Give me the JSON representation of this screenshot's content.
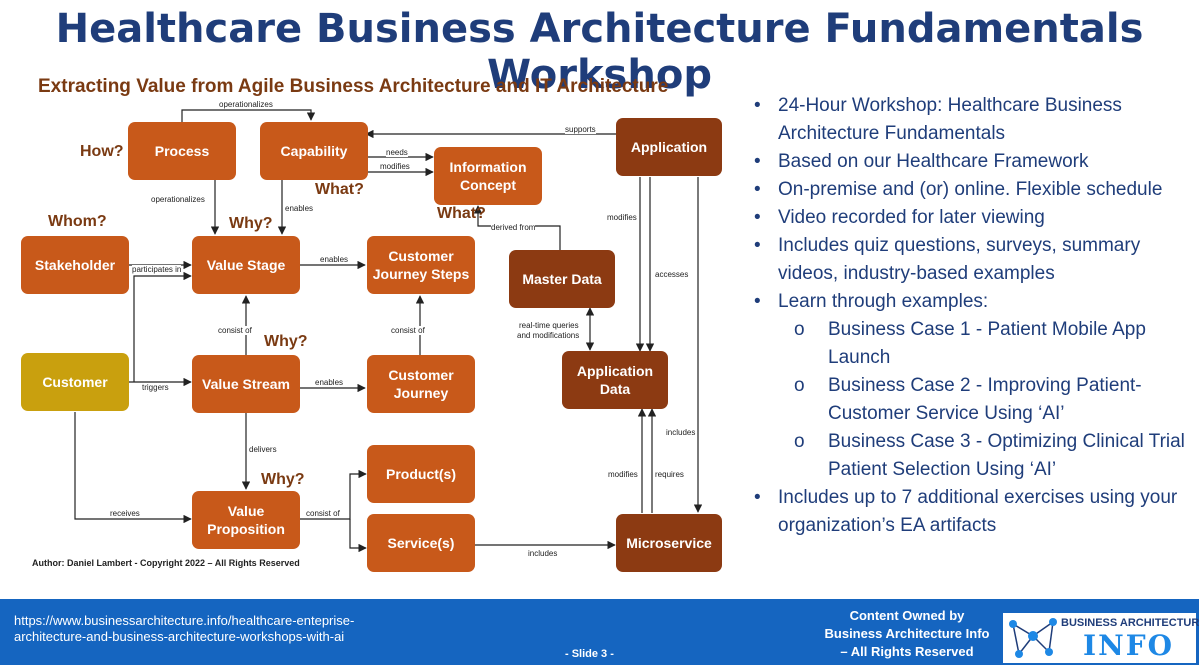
{
  "title": "Healthcare Business Architecture Fundamentals Workshop",
  "diagram": {
    "subtitle": "Extracting Value from Agile Business Architecture and IT Architecture",
    "nodes": {
      "process": "Process",
      "capability": "Capability",
      "information_concept": "Information Concept",
      "application": "Application",
      "stakeholder": "Stakeholder",
      "value_stage": "Value Stage",
      "customer_journey_steps": "Customer Journey Steps",
      "master_data": "Master Data",
      "customer": "Customer",
      "value_stream": "Value Stream",
      "customer_journey": "Customer Journey",
      "application_data": "Application Data",
      "products": "Product(s)",
      "value_proposition": "Value Proposition",
      "services": "Service(s)",
      "microservice": "Microservice"
    },
    "questions": {
      "how": "How?",
      "what_capability": "What?",
      "whom": "Whom?",
      "why_value_stage": "Why?",
      "what_info": "What?",
      "why_value_stream": "Why?",
      "why_value_proposition": "Why?"
    },
    "edge_labels": {
      "operationalizes_top": "operationalizes",
      "supports": "supports",
      "needs": "needs",
      "modifies_info": "modifies",
      "operationalizes": "operationalizes",
      "enables_capability": "enables",
      "modifies_app": "modifies",
      "derived_from": "derived from",
      "participates_in": "participates in",
      "enables_value_stage": "enables",
      "accesses": "accesses",
      "consist_of_stage": "consist of",
      "consist_of_journey": "consist of",
      "realtime_queries": "real-time queries",
      "and_modifications": "and modifications",
      "triggers": "triggers",
      "enables_value_stream": "enables",
      "includes_right": "includes",
      "delivers": "delivers",
      "modifies_micro": "modifies",
      "requires": "requires",
      "receives": "receives",
      "consist_of_prop": "consist of",
      "includes_bottom": "includes"
    },
    "author": "Author: Daniel Lambert - Copyright 2022 –  All Rights Reserved"
  },
  "bullets": [
    {
      "level": 1,
      "text": "24-Hour Workshop: Healthcare Business Architecture Fundamentals"
    },
    {
      "level": 1,
      "text": "Based on our Healthcare Framework"
    },
    {
      "level": 1,
      "text": "On-premise and (or) online. Flexible schedule"
    },
    {
      "level": 1,
      "text": "Video recorded for later viewing"
    },
    {
      "level": 1,
      "text": "Includes quiz questions, surveys, summary videos, industry-based examples"
    },
    {
      "level": 1,
      "text": "Learn through examples:"
    },
    {
      "level": 2,
      "text": "Business Case 1 - Patient Mobile App Launch"
    },
    {
      "level": 2,
      "text": "Business Case 2 - Improving Patient-Customer Service Using ‘AI’"
    },
    {
      "level": 2,
      "text": "Business Case 3 - Optimizing Clinical Trial Patient Selection Using ‘AI’"
    },
    {
      "level": 1,
      "text": "Includes up to 7 additional exercises using your organization’s EA artifacts"
    }
  ],
  "footer": {
    "url": "https://www.businessarchitecture.info/healthcare-enteprise-architecture-and-business-architecture-workshops-with-ai",
    "slide": "- Slide 3 -",
    "owned_line1": "Content Owned by",
    "owned_line2": "Business Architecture Info",
    "owned_line3": "– All Rights Reserved",
    "logo_top": "BUSINESS ARCHITECTURE",
    "logo_bottom": "INFO"
  },
  "colors": {
    "title": "#1f3d7a",
    "node_orange": "#c8591a",
    "node_brown": "#8c3a12",
    "node_gold": "#c9a00e",
    "footer": "#1565c0"
  }
}
